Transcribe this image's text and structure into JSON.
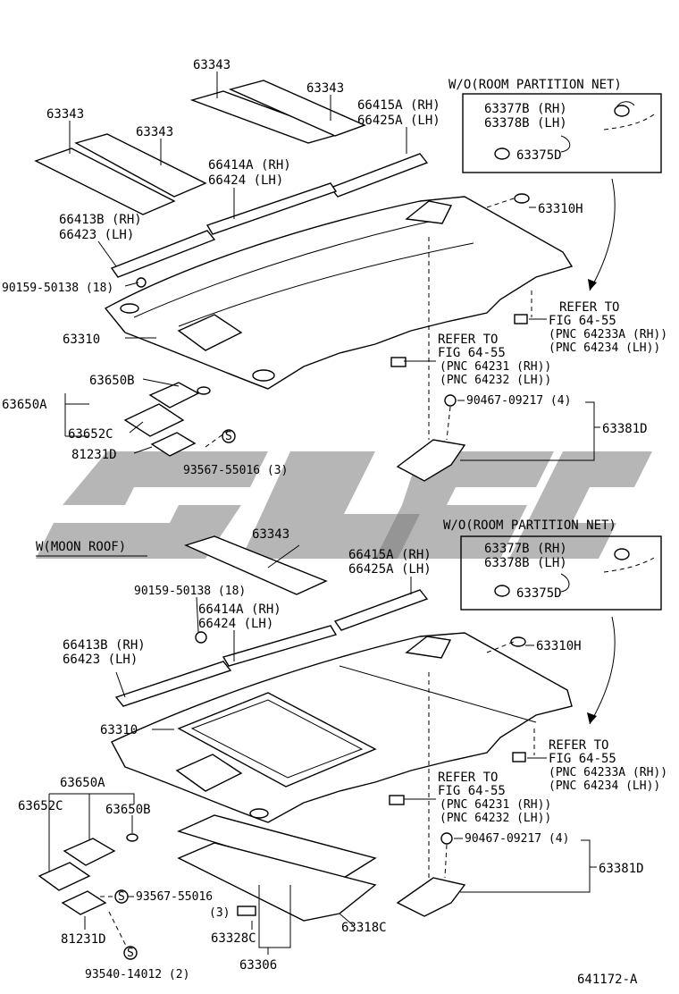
{
  "top": {
    "visor_a": "63343",
    "visor_b": "63343",
    "visor_c": "63343",
    "visor_d": "63343",
    "rail_rear": [
      "66415A (RH)",
      "66425A (LH)"
    ],
    "rail_mid": [
      "66414A (RH)",
      "66424  (LH)"
    ],
    "rail_front": [
      "66413B (RH)",
      "66423  (LH)"
    ],
    "clip": "90159-50138 (18)",
    "headliner": "63310",
    "hole_clip": "63310H",
    "lamp_bezel": "63650B",
    "lamp_assy": "63650A",
    "lamp_base": "63652C",
    "bulb": "81231D",
    "screw": "93567-55016 (3)",
    "inset_title": "W/O(ROOM PARTITION NET)",
    "inset_rows": [
      "63377B (RH)",
      "63378B (LH)",
      "63375D"
    ],
    "refer_right": [
      "REFER TO",
      "FIG 64-55",
      "(PNC 64233A (RH))",
      "(PNC 64234  (LH))"
    ],
    "refer_mid": [
      "REFER TO",
      "FIG 64-55",
      "(PNC 64231 (RH))",
      "(PNC 64232 (LH))"
    ],
    "fastener": "90467-09217 (4)",
    "cover": "63381D"
  },
  "bottom": {
    "section_title": "W(MOON ROOF)",
    "visor": "63343",
    "rail_rear": [
      "66415A (RH)",
      "66425A (LH)"
    ],
    "clip": "90159-50138 (18)",
    "rail_mid": [
      "66414A (RH)",
      "66424  (LH)"
    ],
    "rail_front": [
      "66413B (RH)",
      "66423  (LH)"
    ],
    "headliner": "63310",
    "hole_clip": "63310H",
    "lamp_assy": "63650A",
    "lamp_base": "63652C",
    "lamp_bezel": "63650B",
    "screw": "93567-55016",
    "screw_qty": "(3)",
    "bulb": "81231D",
    "screw2": "93540-14012 (2)",
    "shade_clip": "63328C",
    "shade_assy": "63306",
    "shade": "63318C",
    "inset_title": "W/O(ROOM PARTITION NET)",
    "inset_rows": [
      "63377B (RH)",
      "63378B (LH)",
      "63375D"
    ],
    "refer_right": [
      "REFER TO",
      "FIG 64-55",
      "(PNC 64233A (RH))",
      "(PNC 64234  (LH))"
    ],
    "refer_mid": [
      "REFER TO",
      "FIG 64-55",
      "(PNC 64231 (RH))",
      "(PNC 64232 (LH))"
    ],
    "fastener": "90467-09217 (4)",
    "cover": "63381D"
  },
  "figure_id": "641172-A",
  "screw_symbol": "S"
}
